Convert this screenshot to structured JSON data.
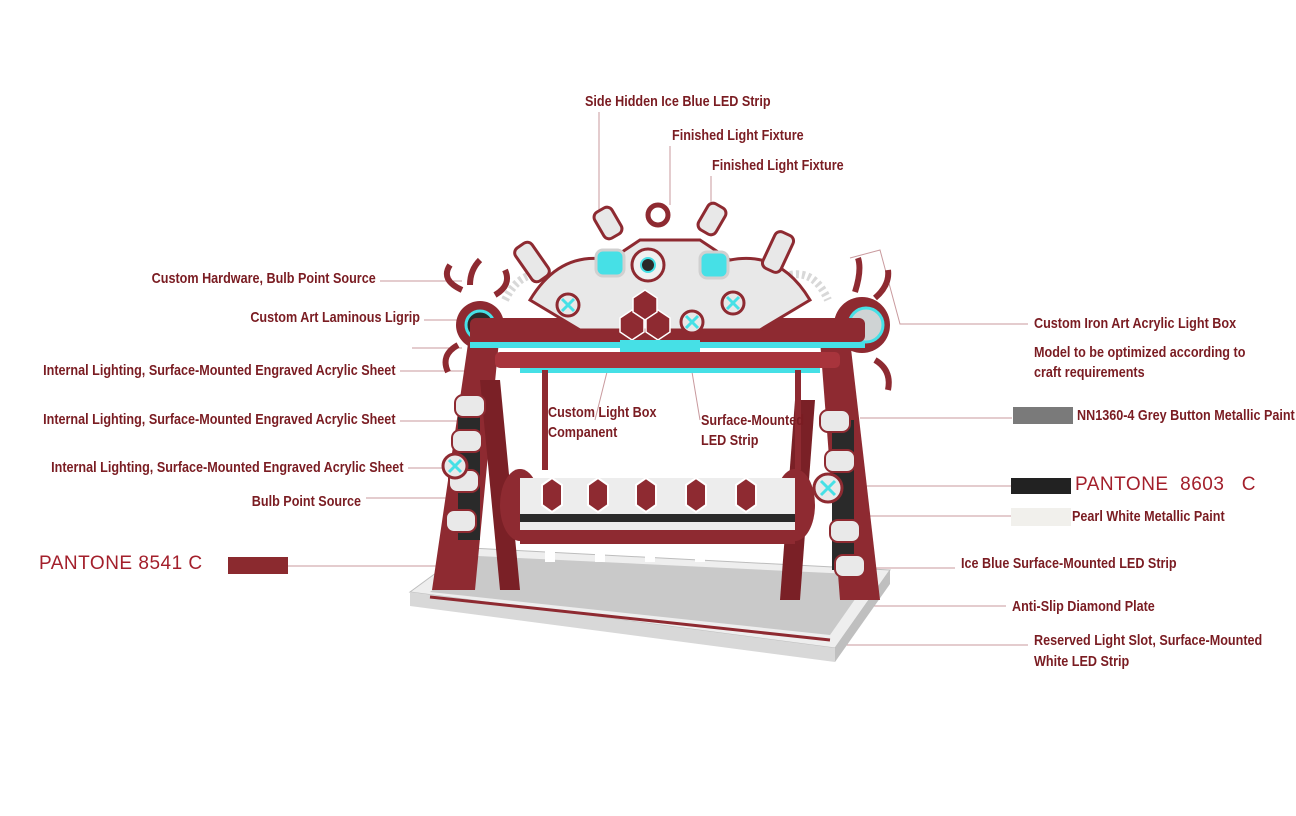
{
  "labels": {
    "side_hidden_led": "Side Hidden Ice Blue LED Strip",
    "finished_fixture_1": "Finished Light Fixture",
    "finished_fixture_2": "Finished Light Fixture",
    "custom_hardware": "Custom Hardware, Bulb Point Source",
    "custom_art_luminous": "Custom Art Laminous Ligrip",
    "internal_lighting_1": "Internal Lighting, Surface-Mounted Engraved Acrylic Sheet",
    "internal_lighting_2": "Internal Lighting, Surface-Mounted Engraved Acrylic Sheet",
    "internal_lighting_3": "Internal Lighting, Surface-Mounted Engraved Acrylic Sheet",
    "bulb_point_source": "Bulb Point Source",
    "custom_light_box_line1": "Custom Light Box",
    "custom_light_box_line2": "Companent",
    "surface_mounted_line1": "Surface-Mounted",
    "surface_mounted_line2": "LED Strip",
    "iron_art_box": "Custom Iron Art Acrylic Light Box",
    "model_note_line1": "Model to be optimized according to",
    "model_note_line2": "craft requirements",
    "grey_paint": "NN1360-4 Grey Button Metallic Paint",
    "pearl_white": "Pearl White Metallic Paint",
    "ice_blue_strip": "Ice Blue Surface-Mounted LED Strip",
    "anti_slip": "Anti-Slip Diamond Plate",
    "reserved_slot_line1": "Reserved Light Slot, Surface-Mounted",
    "reserved_slot_line2": "White LED Strip"
  },
  "pantone": {
    "left": "PANTONE 8541 C",
    "right": "PANTONE  8603   C"
  },
  "colors": {
    "label_text": "#7a1c22",
    "pantone_text": "#a31f2b",
    "swatch_8541": "#8b2a2f",
    "swatch_grey": "#7a7a7a",
    "swatch_8603": "#222222",
    "swatch_pearl": "#f1f0ec",
    "frame_red": "#8e2a31",
    "ice_blue": "#46e0e6"
  }
}
